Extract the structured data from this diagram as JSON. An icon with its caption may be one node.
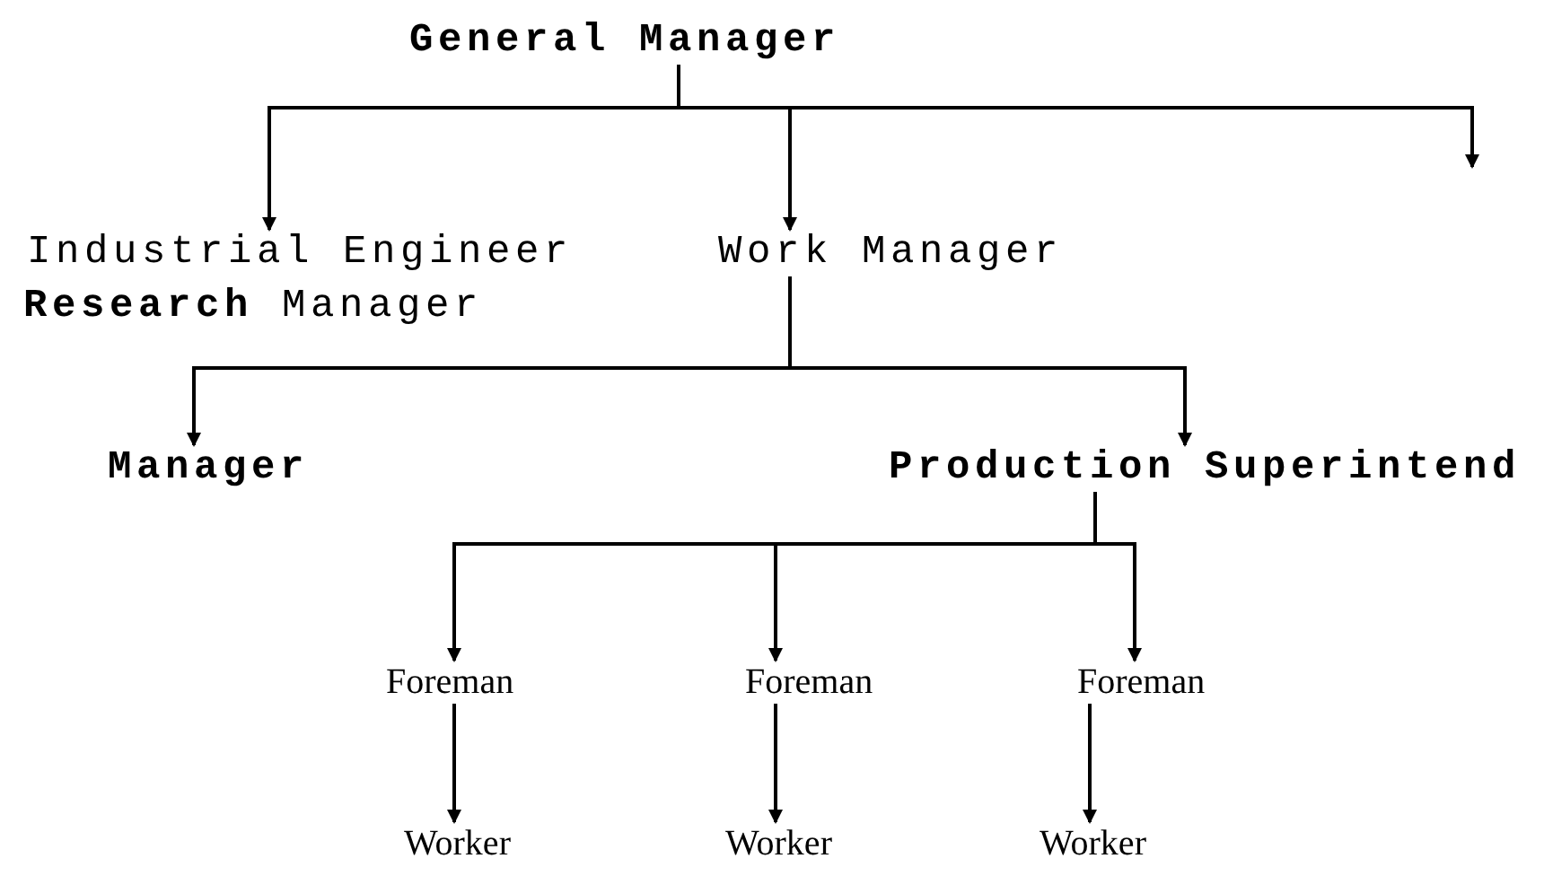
{
  "diagram": {
    "nodes": [
      {
        "text": [
          "General Manager"
        ]
      },
      {
        "text": [
          "Industrial Engineer"
        ]
      },
      {
        "text": [
          "Work Manager"
        ]
      },
      {
        "text": [
          "**Research** Manager"
        ]
      },
      {
        "text": [
          "Manager"
        ]
      },
      {
        "text": [
          "Production Superintend"
        ]
      },
      {
        "text": [
          "Foreman"
        ]
      },
      {
        "text": [
          "Foreman"
        ]
      },
      {
        "text": [
          "Foreman"
        ]
      },
      {
        "text": [
          "Worker"
        ]
      },
      {
        "text": [
          "Worker"
        ]
      },
      {
        "text": [
          "Worker"
        ]
      }
    ],
    "edges": [
      {
        "from": 0,
        "to": 1,
        "arrow": "to"
      },
      {
        "from": 0,
        "to": 2,
        "arrow": "to"
      },
      {
        "from": 0,
        "to": null,
        "arrow": "to"
      },
      {
        "from": 2,
        "to": 4,
        "arrow": "to"
      },
      {
        "from": 2,
        "to": 5,
        "arrow": "to"
      },
      {
        "from": 5,
        "to": 6,
        "arrow": "to"
      },
      {
        "from": 5,
        "to": 7,
        "arrow": "to"
      },
      {
        "from": 5,
        "to": 8,
        "arrow": "to"
      },
      {
        "from": 6,
        "to": 9,
        "arrow": "to"
      },
      {
        "from": 7,
        "to": 10,
        "arrow": "to"
      },
      {
        "from": 8,
        "to": 11,
        "arrow": "to"
      }
    ]
  }
}
